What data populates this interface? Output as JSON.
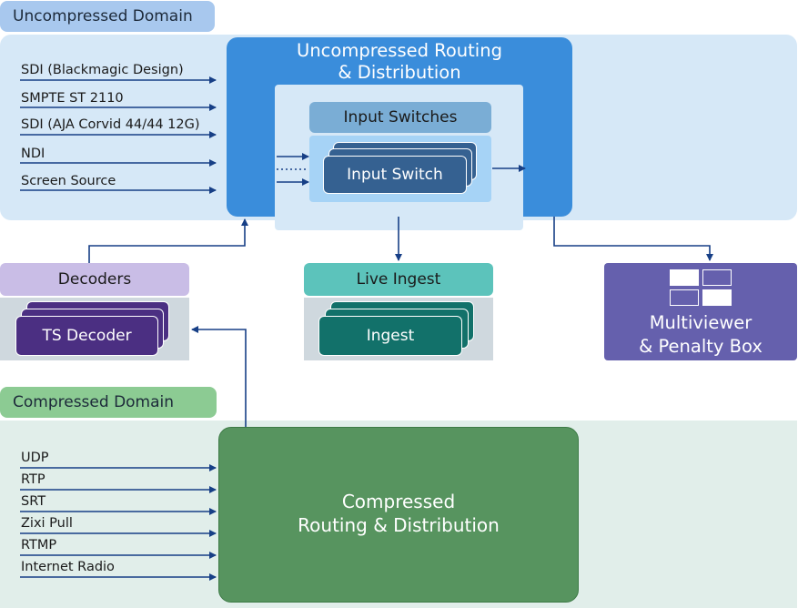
{
  "uncompressed_domain": {
    "tag": "Uncompressed Domain",
    "inputs": [
      "SDI (Blackmagic Design)",
      "SMPTE ST 2110",
      "SDI (AJA Corvid 44/44 12G)",
      "NDI",
      "Screen Source"
    ],
    "routing_title_line1": "Uncompressed Routing",
    "routing_title_line2": "& Distribution",
    "input_switches_header": "Input Switches",
    "input_switch_label": "Input Switch"
  },
  "decoders": {
    "header": "Decoders",
    "card_label": "TS Decoder"
  },
  "live_ingest": {
    "header": "Live Ingest",
    "card_label": "Ingest"
  },
  "multiviewer": {
    "line1": "Multiviewer",
    "line2": "& Penalty Box"
  },
  "compressed_domain": {
    "tag": "Compressed Domain",
    "inputs": [
      "UDP",
      "RTP",
      "SRT",
      "Zixi Pull",
      "RTMP",
      "Internet Radio"
    ],
    "routing_line1": "Compressed",
    "routing_line2": "Routing & Distribution"
  },
  "colors": {
    "uncompressed_panel": "#d6e8f7",
    "uncompressed_tag": "#a8c8ee",
    "routing_blue": "#3a8ddb",
    "input_switch_card": "#356191",
    "decoders_header": "#c9bde6",
    "ts_decoder_card": "#4b2f82",
    "ingest_header": "#5cc3bb",
    "ingest_card": "#12716a",
    "multiviewer": "#6560ad",
    "compressed_panel": "#e1eeea",
    "compressed_tag": "#8ccb93",
    "compressed_box": "#57945f",
    "arrow": "#173f86"
  }
}
